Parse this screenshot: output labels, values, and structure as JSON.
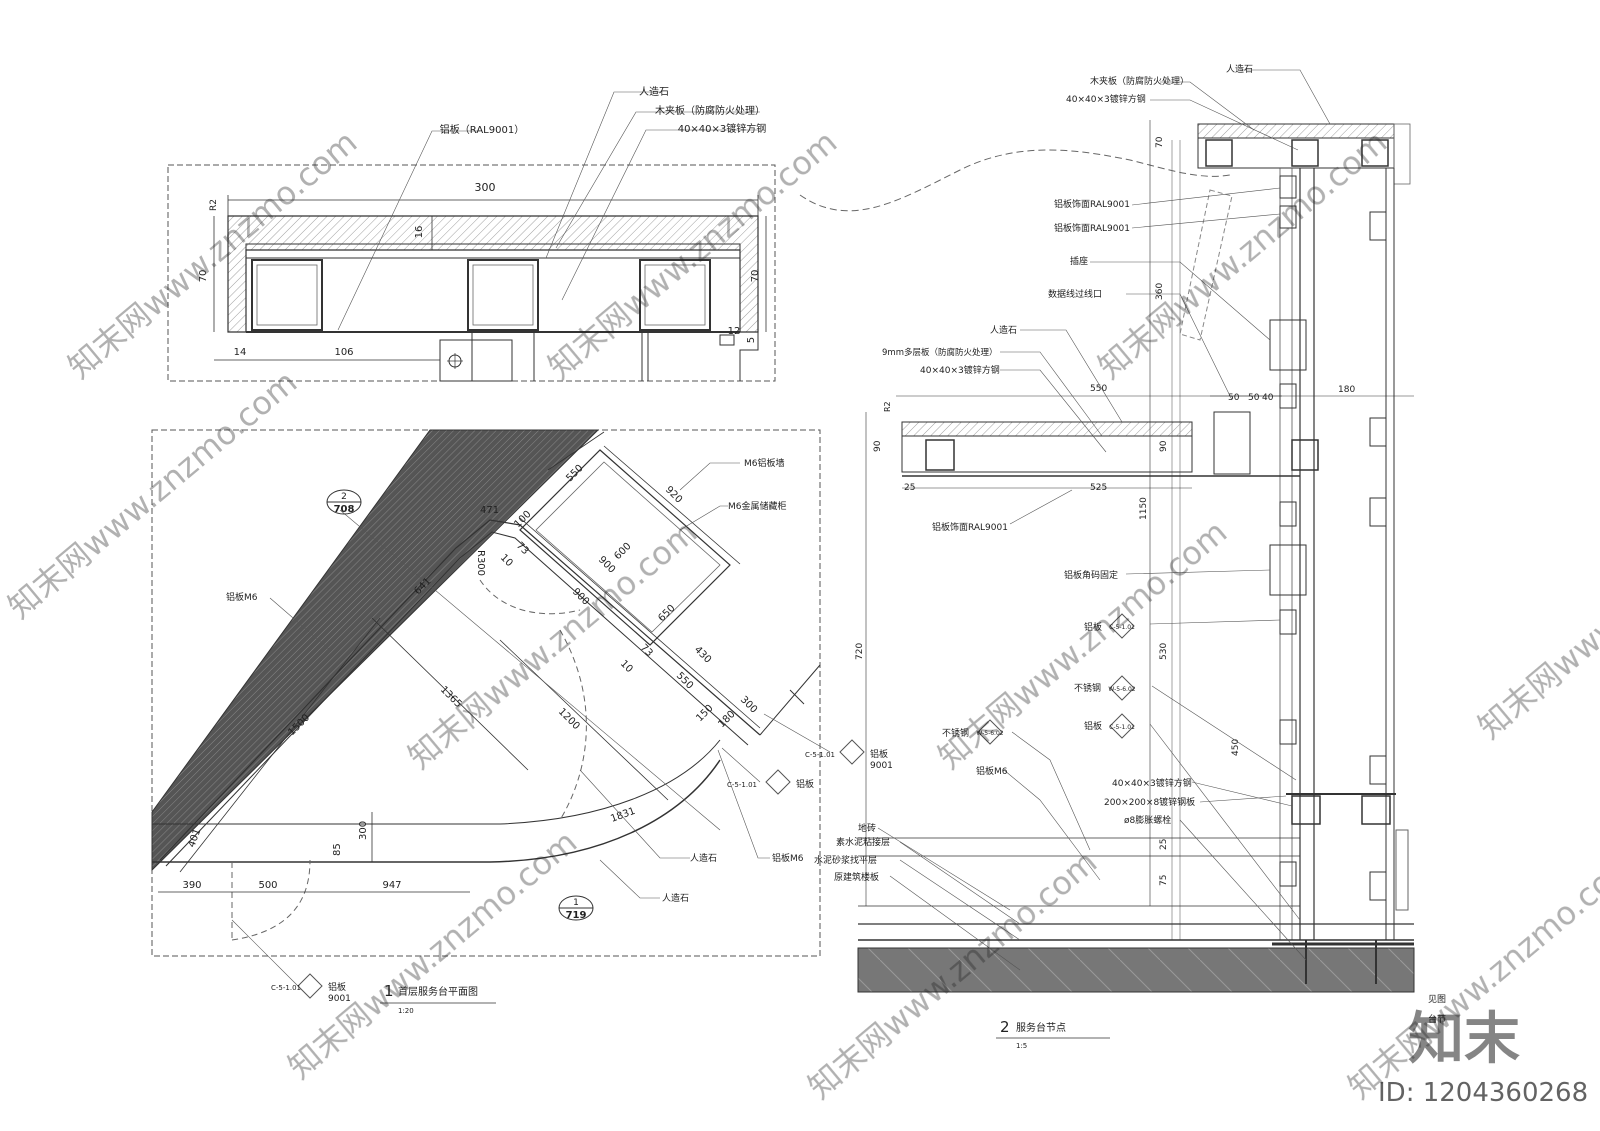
{
  "top_section": {
    "labels": {
      "stone": "人造石",
      "plywood": "木夹板（防腐防火处理）",
      "steel": "40×40×3镀锌方钢",
      "aluminum": "铝板（RAL9001）"
    },
    "dims": {
      "width": "300",
      "radius": "R2",
      "thickness": "16",
      "height_left": "70",
      "height_right": "70",
      "gap12": "12",
      "gap5": "5",
      "d14": "14",
      "d106": "106"
    }
  },
  "plan": {
    "wall_label": "M6铝板墙",
    "cabinet_label": "M6金属储藏柜",
    "aluminum_m6": "铝板M6",
    "stone_a": "人造石",
    "stone_b": "人造石",
    "alum_m6_b": "铝板M6",
    "alum_b": "铝板",
    "code_a": "C-5-1.01",
    "code_b": "C-5-1.01",
    "code_c": "C-5-1.01",
    "alum_9001_a": "铝板",
    "alum_9001_a2": "9001",
    "alum_9001_b": "铝板",
    "alum_9001_b2": "9001",
    "callout_top_num": "2",
    "callout_top_ref": "708",
    "callout_bottom_num": "1",
    "callout_bottom_ref": "719",
    "dims": [
      "550",
      "920",
      "471",
      "100",
      "73",
      "10",
      "R300",
      "900",
      "600",
      "641",
      "900",
      "650",
      "430",
      "73",
      "10",
      "550",
      "300",
      "1365",
      "1200",
      "150",
      "180",
      "1500",
      "1831",
      "300",
      "85",
      "401",
      "390",
      "500",
      "947"
    ],
    "title_num": "1",
    "title": "首层服务台平面图",
    "scale": "1:20"
  },
  "section": {
    "labels": {
      "plywood": "木夹板（防腐防火处理）",
      "stone_top": "人造石",
      "steel_top": "40×40×3镀锌方钢",
      "alum_face_1": "铝板饰面RAL9001",
      "alum_face_2": "铝板饰面RAL9001",
      "socket": "插座",
      "data_port": "数据线过线口",
      "stone_mid": "人造石",
      "ply9": "9mm多层板（防腐防火处理）",
      "steel_mid": "40×40×3镀锌方钢",
      "alum_face_3": "铝板饰面RAL9001",
      "alum_corner": "铝板角码固定",
      "alum_1": "铝板",
      "stainless_1": "不锈钢",
      "stainless_2": "不锈钢",
      "alum_2": "铝板",
      "alum_m6": "铝板M6",
      "steel_low": "40×40×3镀锌方钢",
      "steel_plate": "200×200×8镀锌钢板",
      "bolt": "ø8膨胀螺栓",
      "floor_tile": "地砖",
      "cement_bond": "素水泥粘接层",
      "cement_level": "水泥砂浆找平层",
      "slab": "原建筑楼板",
      "code_c": "C-5-1.01",
      "code_w1": "W-5-6.02",
      "code_w2": "W-5-6.02",
      "code_c2": "C-5-1.01"
    },
    "dims": [
      "70",
      "360",
      "550",
      "R2",
      "90",
      "90",
      "25",
      "525",
      "50",
      "50",
      "40",
      "180",
      "1150",
      "720",
      "530",
      "450",
      "25",
      "75"
    ],
    "title_num": "2",
    "title": "服务台节点",
    "scale": "1:5",
    "corner_note_1": "见图",
    "corner_note_2": "台节"
  },
  "watermark": {
    "text": "知末网www.znzmo.com",
    "logo": "知末",
    "id_label": "ID: 1204360268"
  }
}
